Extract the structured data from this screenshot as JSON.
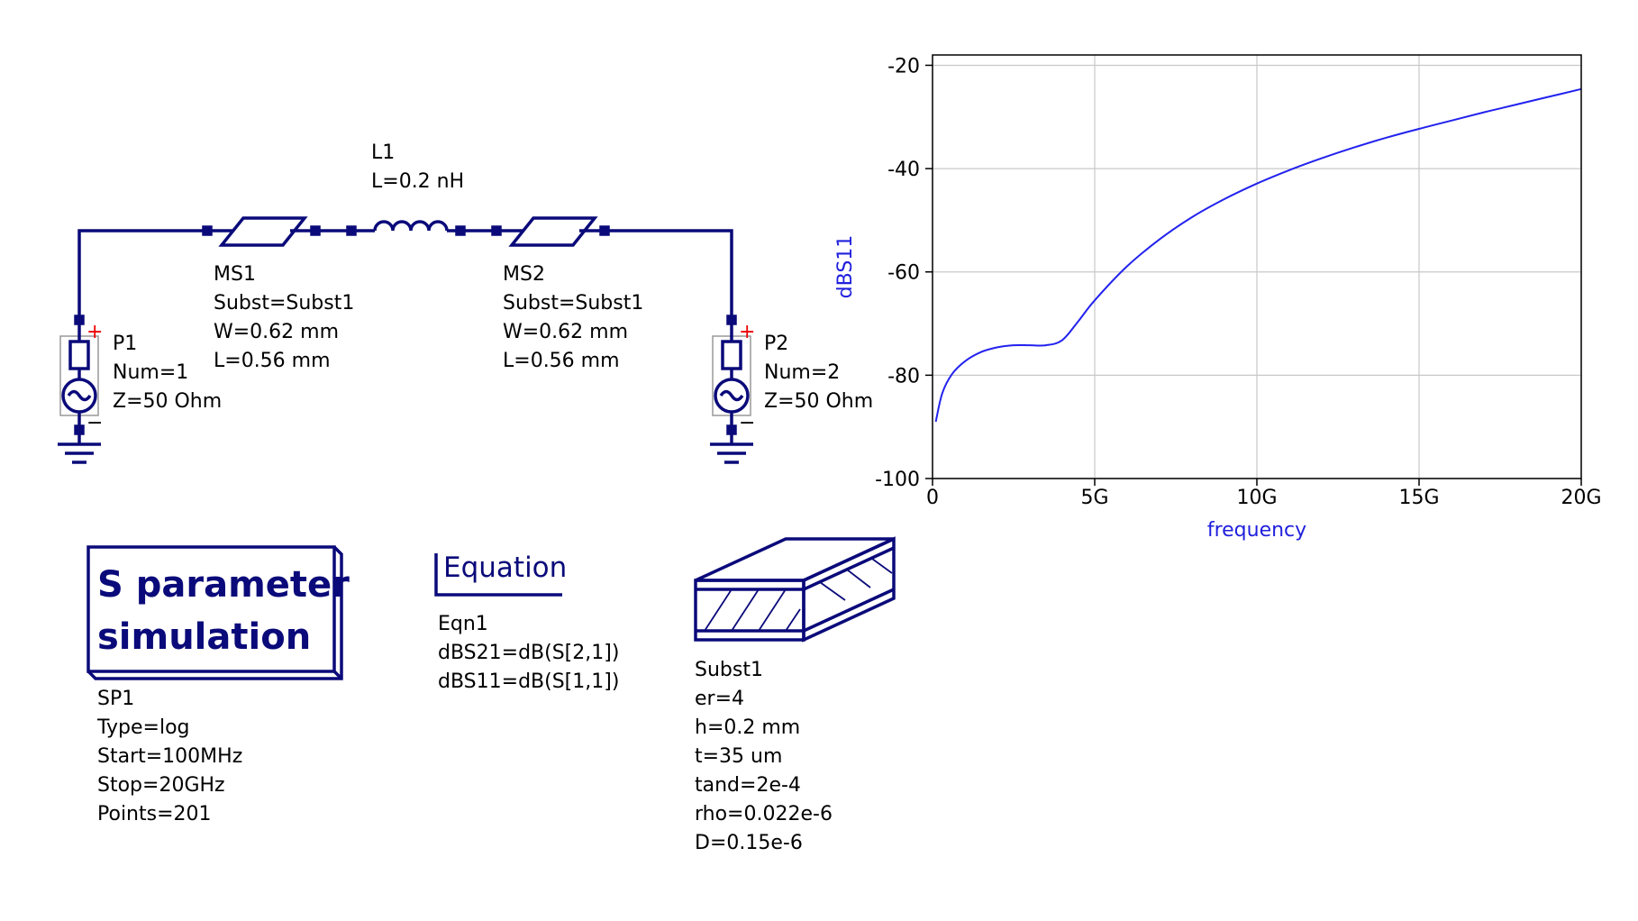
{
  "colors": {
    "wire": "#0a0a7a",
    "curve": "#2222ee",
    "grid": "#c8c8c8",
    "pin": "#ee0000"
  },
  "components": {
    "L1": {
      "name": "L1",
      "params": [
        "L=0.2 nH"
      ]
    },
    "MS1": {
      "name": "MS1",
      "params": [
        "Subst=Subst1",
        "W=0.62 mm",
        "L=0.56 mm"
      ]
    },
    "MS2": {
      "name": "MS2",
      "params": [
        "Subst=Subst1",
        "W=0.62 mm",
        "L=0.56 mm"
      ]
    },
    "P1": {
      "name": "P1",
      "params": [
        "Num=1",
        "Z=50 Ohm"
      ]
    },
    "P2": {
      "name": "P2",
      "params": [
        "Num=2",
        "Z=50 Ohm"
      ]
    }
  },
  "sim_block": {
    "title_line1": "S parameter",
    "title_line2": "simulation",
    "name": "SP1",
    "params": [
      "Type=log",
      "Start=100MHz",
      "Stop=20GHz",
      "Points=201"
    ]
  },
  "equation_block": {
    "title": "Equation",
    "name": "Eqn1",
    "params": [
      "dBS21=dB(S[2,1])",
      "dBS11=dB(S[1,1])"
    ]
  },
  "substrate_block": {
    "name": "Subst1",
    "params": [
      "er=4",
      "h=0.2 mm",
      "t=35 um",
      "tand=2e-4",
      "rho=0.022e-6",
      "D=0.15e-6"
    ]
  },
  "port_signs": {
    "plus": "+",
    "minus": "−"
  },
  "chart_data": {
    "type": "line",
    "xlabel": "frequency",
    "ylabel": "dBS11",
    "xlim": [
      0,
      20
    ],
    "ylim": [
      -100,
      -18
    ],
    "x_ticks": [
      0,
      5,
      10,
      15,
      20
    ],
    "x_tick_labels": [
      "0",
      "5G",
      "10G",
      "15G",
      "20G"
    ],
    "y_ticks": [
      -20,
      -40,
      -60,
      -80,
      -100
    ],
    "y_tick_labels": [
      "-20",
      "-40",
      "-60",
      "-80",
      "-100"
    ],
    "grid": true,
    "series": [
      {
        "x": [
          0.1,
          0.3,
          0.6,
          1.0,
          1.5,
          2.0,
          2.5,
          3.0,
          3.5,
          4.0,
          4.5,
          5.0,
          6.0,
          7.0,
          8.0,
          9.0,
          10.0,
          11.0,
          12.0,
          13.0,
          14.0,
          15.0,
          16.0,
          17.0,
          18.0,
          19.0,
          20.0
        ],
        "y": [
          -89,
          -83.5,
          -79.8,
          -77.3,
          -75.5,
          -74.6,
          -74.2,
          -74.2,
          -74.2,
          -73.2,
          -69.5,
          -65.5,
          -58.9,
          -53.7,
          -49.4,
          -45.9,
          -42.9,
          -40.3,
          -38.0,
          -35.9,
          -34.0,
          -32.3,
          -30.7,
          -29.1,
          -27.6,
          -26.1,
          -24.6
        ]
      }
    ]
  }
}
